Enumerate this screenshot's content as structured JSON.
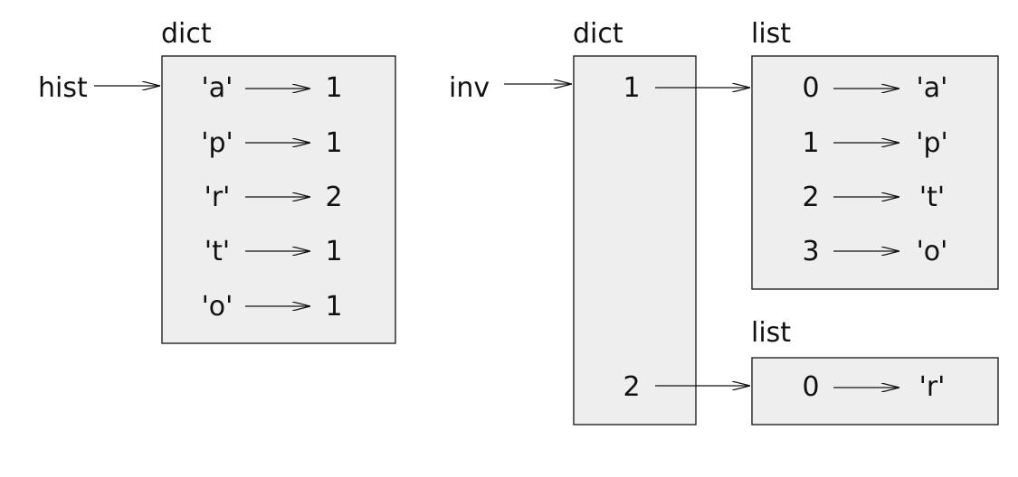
{
  "hist": {
    "var_label": "hist",
    "type_label": "dict",
    "entries": [
      {
        "key": "'a'",
        "value": "1"
      },
      {
        "key": "'p'",
        "value": "1"
      },
      {
        "key": "'r'",
        "value": "2"
      },
      {
        "key": "'t'",
        "value": "1"
      },
      {
        "key": "'o'",
        "value": "1"
      }
    ]
  },
  "inv": {
    "var_label": "inv",
    "type_label": "dict",
    "keys": [
      "1",
      "2"
    ]
  },
  "lists": [
    {
      "type_label": "list",
      "entries": [
        {
          "index": "0",
          "value": "'a'"
        },
        {
          "index": "1",
          "value": "'p'"
        },
        {
          "index": "2",
          "value": "'t'"
        },
        {
          "index": "3",
          "value": "'o'"
        }
      ]
    },
    {
      "type_label": "list",
      "entries": [
        {
          "index": "0",
          "value": "'r'"
        }
      ]
    }
  ],
  "colors": {
    "box_fill": "#eeeeee",
    "stroke": "#111111"
  }
}
